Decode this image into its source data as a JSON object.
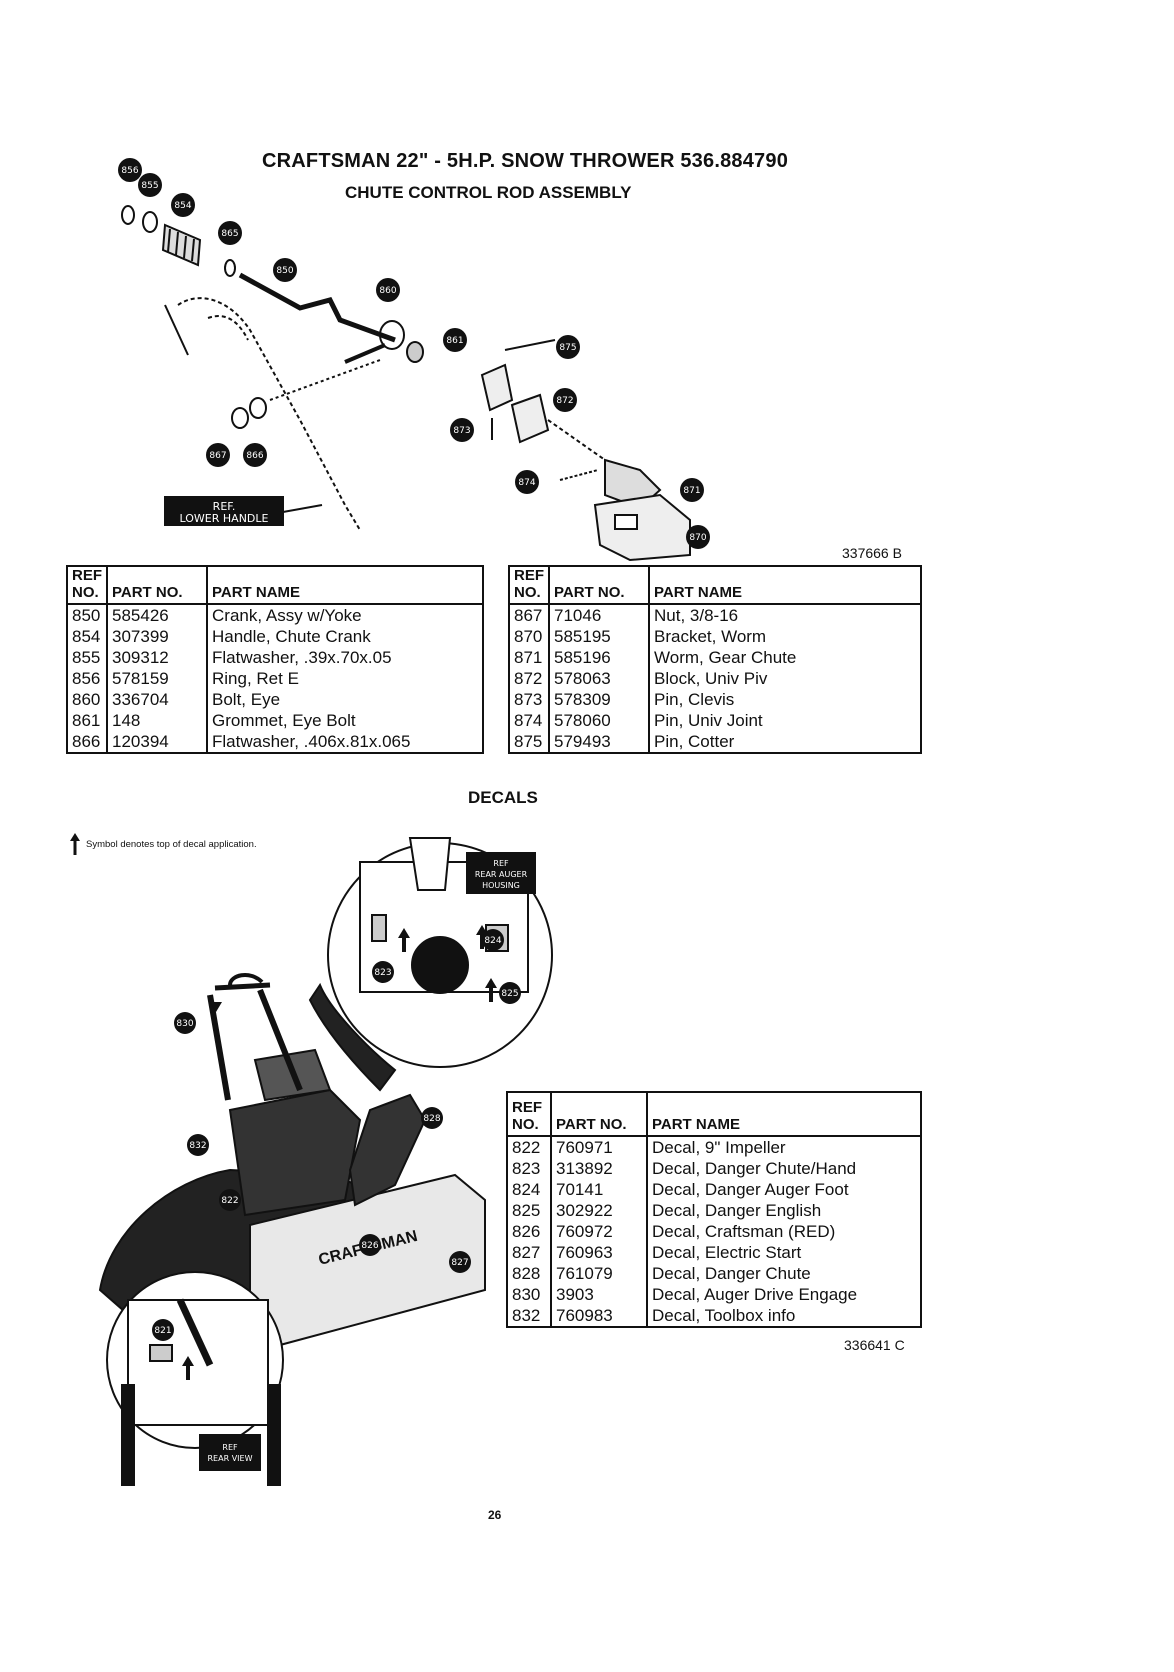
{
  "document": {
    "title": "CRAFTSMAN 22\" - 5H.P. SNOW THROWER 536.884790",
    "subtitle": "CHUTE CONTROL ROD ASSEMBLY",
    "decals_title": "DECALS",
    "page_number": "26",
    "legend_note": "Symbol denotes top of decal application."
  },
  "chute_diagram": {
    "code": "337666 B",
    "ref_label_line1": "REF.",
    "ref_label_line2": "LOWER HANDLE",
    "callouts": [
      "856",
      "855",
      "854",
      "865",
      "850",
      "860",
      "861",
      "875",
      "872",
      "873",
      "867",
      "866",
      "874",
      "871",
      "870"
    ]
  },
  "decal_diagram": {
    "code": "336641 C",
    "ref_rear_auger_line1": "REF",
    "ref_rear_auger_line2": "REAR AUGER",
    "ref_rear_auger_line3": "HOUSING",
    "ref_rear_view_line1": "REF",
    "ref_rear_view_line2": "REAR VIEW",
    "brand_text": "CRAFTSMAN",
    "callouts": [
      "830",
      "832",
      "822",
      "826",
      "827",
      "828",
      "823",
      "824",
      "825",
      "821"
    ]
  },
  "tables": {
    "headers": {
      "ref_line1": "REF",
      "ref_line2": "NO.",
      "part_no": "PART NO.",
      "part_name": "PART NAME"
    },
    "rod_left": [
      {
        "ref": "850",
        "part_no": "585426",
        "name": "Crank, Assy w/Yoke"
      },
      {
        "ref": "854",
        "part_no": "307399",
        "name": "Handle, Chute Crank"
      },
      {
        "ref": "855",
        "part_no": "309312",
        "name": "Flatwasher, .39x.70x.05"
      },
      {
        "ref": "856",
        "part_no": "578159",
        "name": "Ring, Ret E"
      },
      {
        "ref": "860",
        "part_no": "336704",
        "name": "Bolt, Eye"
      },
      {
        "ref": "861",
        "part_no": "148",
        "name": "Grommet, Eye Bolt"
      },
      {
        "ref": "866",
        "part_no": "120394",
        "name": "Flatwasher, .406x.81x.065"
      }
    ],
    "rod_right": [
      {
        "ref": "867",
        "part_no": "71046",
        "name": "Nut, 3/8-16"
      },
      {
        "ref": "870",
        "part_no": "585195",
        "name": "Bracket, Worm"
      },
      {
        "ref": "871",
        "part_no": "585196",
        "name": "Worm, Gear Chute"
      },
      {
        "ref": "872",
        "part_no": "578063",
        "name": "Block, Univ Piv"
      },
      {
        "ref": "873",
        "part_no": "578309",
        "name": "Pin, Clevis"
      },
      {
        "ref": "874",
        "part_no": "578060",
        "name": "Pin, Univ Joint"
      },
      {
        "ref": "875",
        "part_no": "579493",
        "name": "Pin, Cotter"
      }
    ],
    "decals": [
      {
        "ref": "822",
        "part_no": "760971",
        "name": "Decal, 9\" Impeller"
      },
      {
        "ref": "823",
        "part_no": "313892",
        "name": "Decal, Danger Chute/Hand"
      },
      {
        "ref": "824",
        "part_no": "70141",
        "name": "Decal, Danger Auger Foot"
      },
      {
        "ref": "825",
        "part_no": "302922",
        "name": "Decal, Danger English"
      },
      {
        "ref": "826",
        "part_no": "760972",
        "name": "Decal, Craftsman (RED)"
      },
      {
        "ref": "827",
        "part_no": "760963",
        "name": "Decal, Electric Start"
      },
      {
        "ref": "828",
        "part_no": "761079",
        "name": "Decal, Danger Chute"
      },
      {
        "ref": "830",
        "part_no": "3903",
        "name": "Decal, Auger Drive Engage"
      },
      {
        "ref": "832",
        "part_no": "760983",
        "name": "Decal, Toolbox info"
      }
    ]
  }
}
